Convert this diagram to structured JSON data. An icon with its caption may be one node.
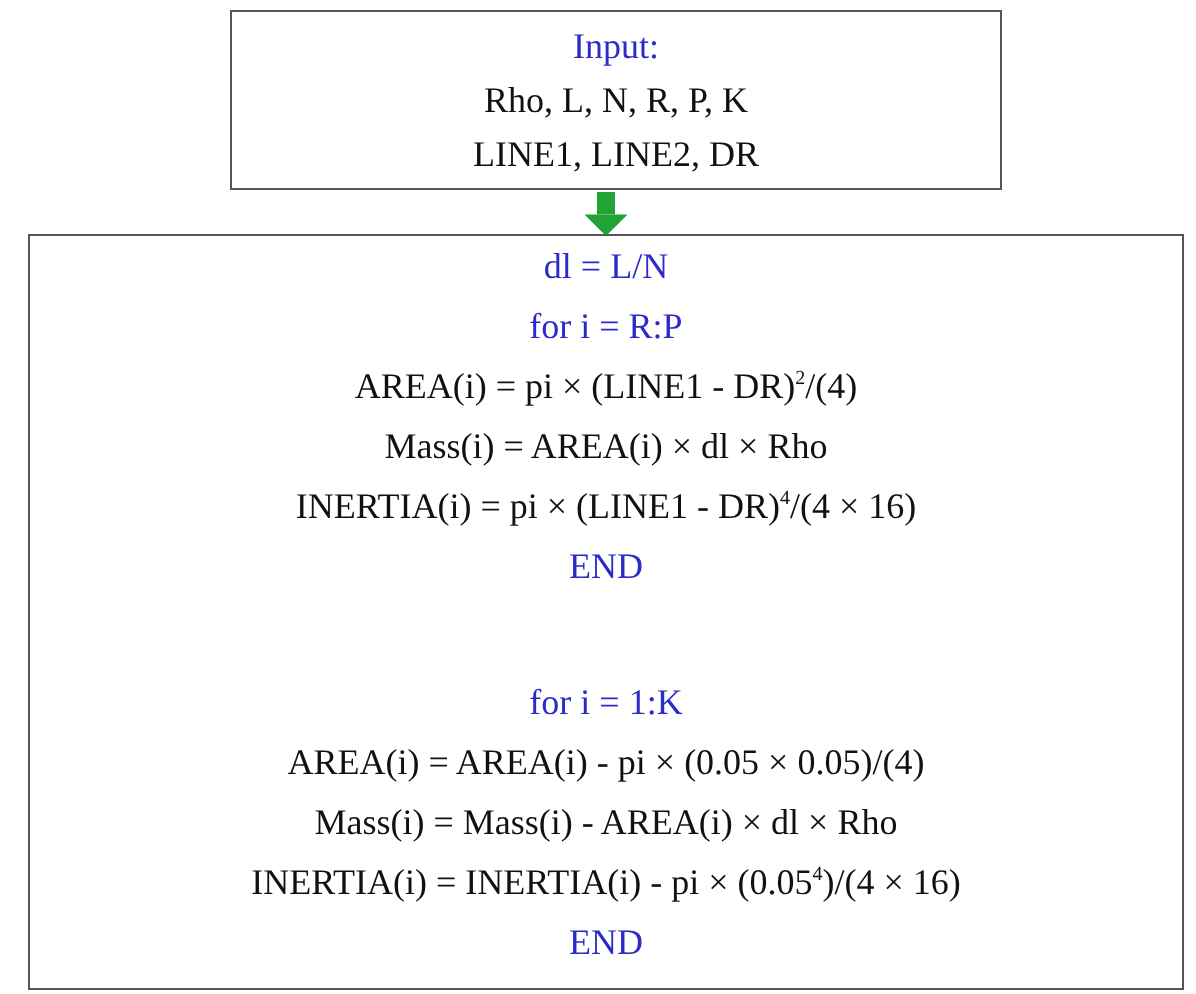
{
  "diagram": {
    "nodes": [
      {
        "text": [
          "Input:",
          "Rho, L, N, R, P, K",
          "LINE1, LINE2, DR"
        ]
      },
      {
        "text": [
          "dl = L/N",
          "for i = R:P",
          "AREA(i) = pi × (LINE1 - DR)$^{2}$/(4)",
          "Mass(i) = AREA(i) × dl × Rho",
          "INERTIA(i) = pi × (LINE1 - DR)$^{4}$/(4 × 16)",
          "END",
          "for i = 1:K",
          "AREA(i) = AREA(i) - pi × (0.05 × 0.05)/(4)",
          "Mass(i) = Mass(i) - AREA(i) × dl × Rho",
          "INERTIA(i) = INERTIA(i) - pi × (0.05$^{4}$)/(4 × 16)",
          "END"
        ]
      }
    ],
    "edges": [
      {
        "from": 0,
        "to": 1,
        "arrow": "to",
        "color": "#22a335"
      }
    ]
  }
}
